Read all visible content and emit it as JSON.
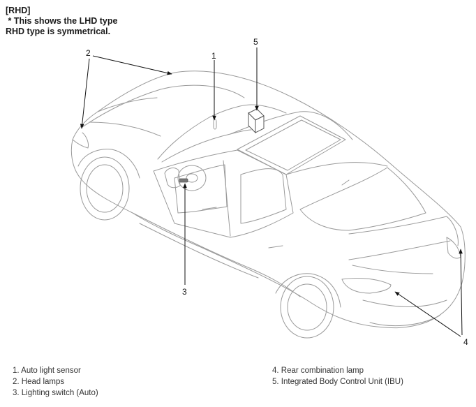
{
  "header": {
    "line1": "[RHD]",
    "line2": " * This shows the LHD type",
    "line3": "RHD type is symmetrical."
  },
  "callouts": [
    "1",
    "2",
    "3",
    "4",
    "5"
  ],
  "legend_left": [
    "1. Auto light sensor",
    "2. Head lamps",
    "3. Lighting switch (Auto)"
  ],
  "legend_right": [
    "4. Rear combination lamp",
    "5. Integrated Body Control Unit (IBU)"
  ],
  "colors": {
    "line": "#9a9a9a",
    "text": "#1a1a1a",
    "arrow": "#111111"
  }
}
